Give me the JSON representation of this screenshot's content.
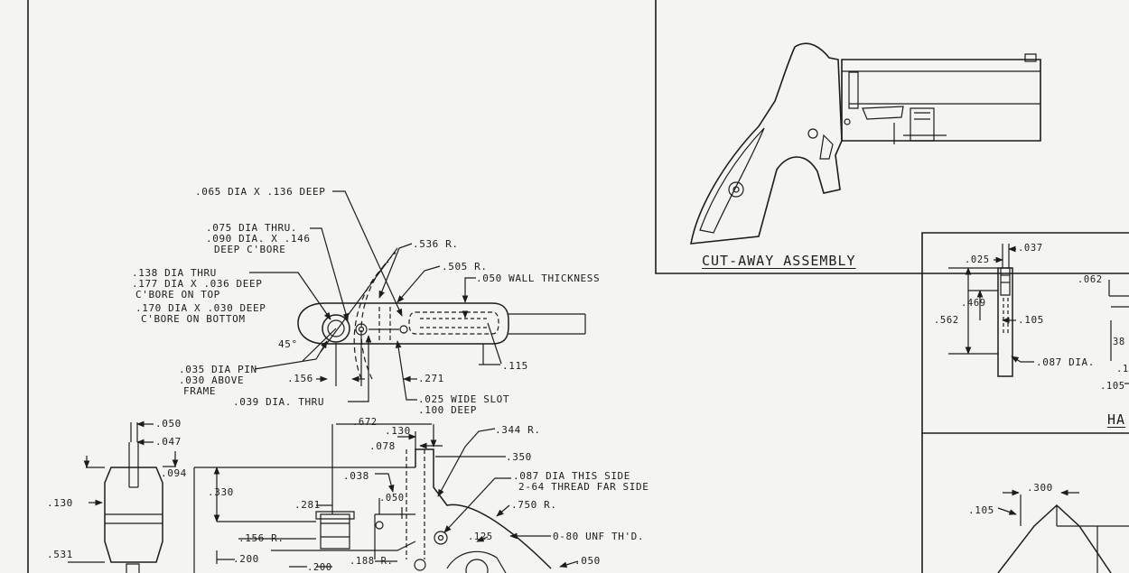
{
  "captions": {
    "cutaway": "CUT-AWAY ASSEMBLY",
    "hammer_partial": "HA"
  },
  "frame_top_view": {
    "hole_065": ".065 DIA x .136 DEEP",
    "hole_075_a": ".075 DIA THRU.",
    "hole_075_b": ".090 DIA. x .146",
    "hole_075_c": "DEEP C'BORE",
    "radius_536": ".536 R.",
    "radius_505": ".505 R.",
    "wall": ".050 WALL THICKNESS",
    "hole_138_a": ".138 DIA THRU",
    "hole_138_b": ".177 DIA x .036 DEEP",
    "hole_138_c": "C'BORE ON TOP",
    "hole_138_d": ".170 DIA x .030 DEEP",
    "hole_138_e": "C'BORE ON BOTTOM",
    "angle": "45°",
    "pin_a": ".035 DIA PIN",
    "pin_b": ".030 ABOVE",
    "pin_c": "FRAME",
    "dim_156": ".156",
    "dim_271": ".271",
    "dim_115": ".115",
    "hole_039": ".039 DIA. THRU",
    "slot_a": ".025 WIDE SLOT",
    "slot_b": ".100 DEEP"
  },
  "left_view": {
    "dim_050": ".050",
    "dim_047": ".047",
    "dim_094": ".094",
    "dim_130": ".130",
    "dim_531": ".531"
  },
  "side_view": {
    "dim_672": ".672",
    "dim_130": ".130",
    "dim_078": ".078",
    "radius_344": ".344 R.",
    "dim_350": ".350",
    "dim_330": ".330",
    "dim_038": ".038",
    "note_087_a": ".087 DIA THIS SIDE",
    "note_087_b": "2-64 THREAD FAR SIDE",
    "dim_050a": ".050",
    "dim_281": ".281",
    "radius_750": ".750 R.",
    "radius_156": ".156 R.",
    "dim_125": ".125",
    "thread_080": "0-80 UNF TH'D.",
    "dim_200a": ".200",
    "dim_200b": ".200",
    "radius_188": ".188 R.",
    "dim_050b": ".050"
  },
  "hammer_view": {
    "dim_025": ".025",
    "dim_037": ".037",
    "dim_469": ".469",
    "dim_562": ".562",
    "dim_105": ".105",
    "dia_087": ".087 DIA.",
    "dim_062": ".062",
    "dim_38p": "38",
    "dim_1p": ".1",
    "dim_105b": ".105"
  },
  "bottom_right_view": {
    "dim_300": ".300",
    "dim_105": ".105"
  }
}
